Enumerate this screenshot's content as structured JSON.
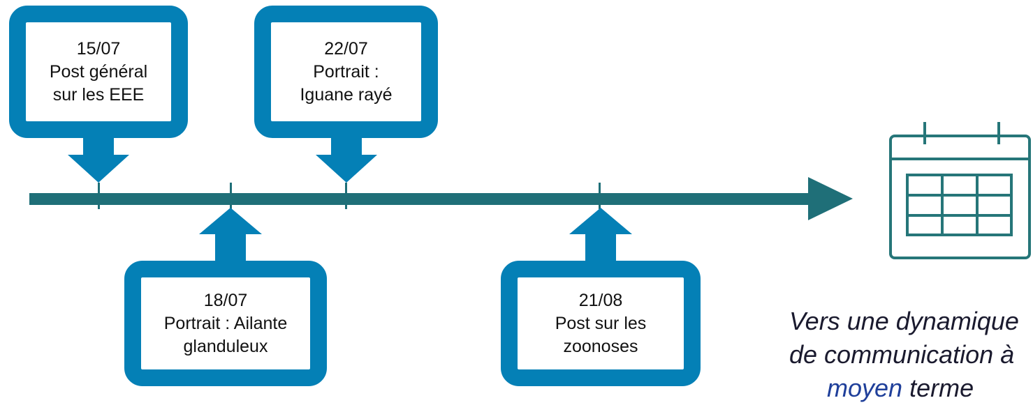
{
  "colors": {
    "timeline": "#1f6f78",
    "callout_border": "#0480b6",
    "calendar": "#267679",
    "note_accent": "#1f3f9a"
  },
  "icons": {
    "calendar": "calendar-icon"
  },
  "events": [
    {
      "date": "15/07",
      "line1": "Post général",
      "line2": "sur les EEE"
    },
    {
      "date": "18/07",
      "line1": "Portrait : Ailante",
      "line2": "glanduleux"
    },
    {
      "date": "22/07",
      "line1": "Portrait :",
      "line2": "Iguane rayé"
    },
    {
      "date": "21/08",
      "line1": "Post sur les",
      "line2": "zoonoses"
    }
  ],
  "note": {
    "line1": "Vers une dynamique",
    "line2": "de communication à",
    "line3_accent": "moyen",
    "line3_rest": " terme"
  }
}
